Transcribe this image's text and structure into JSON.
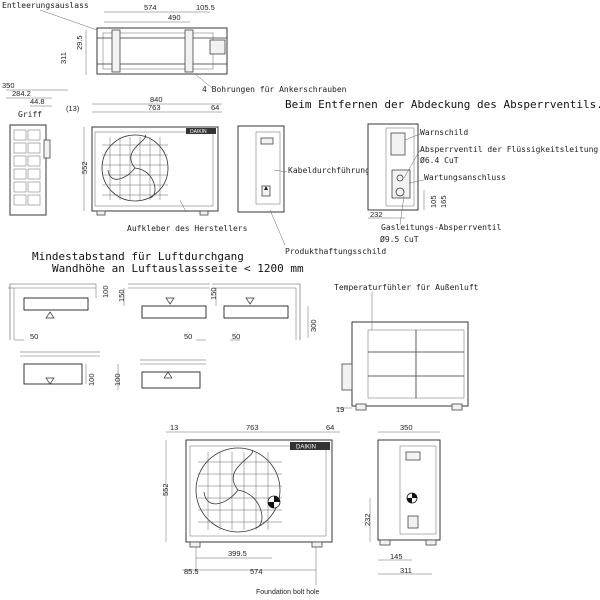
{
  "labels": {
    "drain_outlet": "Entleerungsauslass",
    "anchor_holes": "4 Bohrungen für Ankerschrauben",
    "heading_valve_cover": "Beim Entfernen der Abdeckung des Absperrventils.",
    "handle": "Griff",
    "nameplate": "Warnschild",
    "liquid_valve": "Absperrventil der Flüssigkeitsleitung",
    "liquid_size": "Ø6.4 CuT",
    "cable_entry": "Kabeldurchführung",
    "service_port": "Wartungsanschluss",
    "manufacturer_sticker": "Aufkleber des Herstellers",
    "gas_valve": "Gasleitungs-Absperrventil",
    "gas_size": "Ø9.5 CuT",
    "product_label": "Produkthaftungsschild",
    "min_clearance_line1": "Mindestabstand für Luftdurchgang",
    "min_clearance_line2": "Wandhöhe an Luftauslassseite < 1200 mm",
    "temp_sensor": "Temperaturfühler für Außenluft",
    "foundation_bolt_hole": "Foundation bolt hole",
    "logo": "DAIKIN"
  },
  "dims": {
    "top_574": "574",
    "top_105_5": "105.5",
    "top_490": "490",
    "top_311": "311",
    "top_29_5": "29.5",
    "top_350": "350",
    "top_284_2": "284.2",
    "top_44_8": "44.8",
    "top_840": "840",
    "top_13p": "(13)",
    "top_763": "763",
    "top_64": "64",
    "top_552": "552",
    "valve_232": "232",
    "valve_105": "105",
    "valve_165": "165",
    "cl_100a": "100",
    "cl_150a": "150",
    "cl_150b": "150",
    "cl_50a": "50",
    "cl_50b": "50",
    "cl_50c": "50",
    "cl_300": "300",
    "cl_100b": "100",
    "cl_100c": "100",
    "side_19": "19",
    "bot_13": "13",
    "bot_763": "763",
    "bot_64": "64",
    "bot_350": "350",
    "bot_552": "552",
    "bot_232": "232",
    "bot_399_5": "399.5",
    "bot_85_5": "85.5",
    "bot_574": "574",
    "bot_145": "145",
    "bot_311": "311"
  }
}
